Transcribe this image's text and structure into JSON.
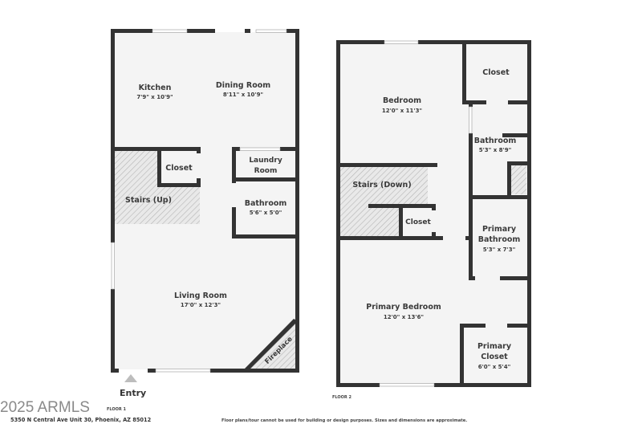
{
  "floor1": {
    "label": "FLOOR 1",
    "entry_label": "Entry",
    "rooms": [
      {
        "name": "Kitchen",
        "dims": "7'9\" x 10'9\""
      },
      {
        "name": "Dining Room",
        "dims": "8'11\" x 10'9\""
      },
      {
        "name": "Closet",
        "dims": ""
      },
      {
        "name": "Stairs (Up)",
        "dims": ""
      },
      {
        "name": "Laundry",
        "name2": "Room",
        "dims": ""
      },
      {
        "name": "Bathroom",
        "dims": "5'6\" x 5'0\""
      },
      {
        "name": "Living Room",
        "dims": "17'0\" x 12'3\""
      },
      {
        "name": "Fireplace",
        "dims": ""
      }
    ]
  },
  "floor2": {
    "label": "FLOOR 2",
    "rooms": [
      {
        "name": "Bedroom",
        "dims": "12'0\" x 11'3\""
      },
      {
        "name": "Closet",
        "dims": ""
      },
      {
        "name": "Bathroom",
        "dims": "5'3\" x 8'9\""
      },
      {
        "name": "Stairs (Down)",
        "dims": ""
      },
      {
        "name": "Closet",
        "dims": ""
      },
      {
        "name": "Primary",
        "name2": "Bathroom",
        "dims": "5'3\" x 7'3\""
      },
      {
        "name": "Primary Bedroom",
        "dims": "12'0\" x 13'6\""
      },
      {
        "name": "Primary",
        "name2": "Closet",
        "dims": "6'0\" x 5'4\""
      }
    ]
  },
  "footer": {
    "watermark": "2025 ARMLS",
    "address": "5350 N Central Ave Unit 30, Phoenix, AZ 85012",
    "disclaimer": "Floor plans/tour cannot be used for building or design purposes. Sizes and dimensions are approximate."
  },
  "colors": {
    "wall": "#333333",
    "floor": "#f4f4f4",
    "hatch": "#bdbdbd",
    "window": "#ffffff"
  }
}
